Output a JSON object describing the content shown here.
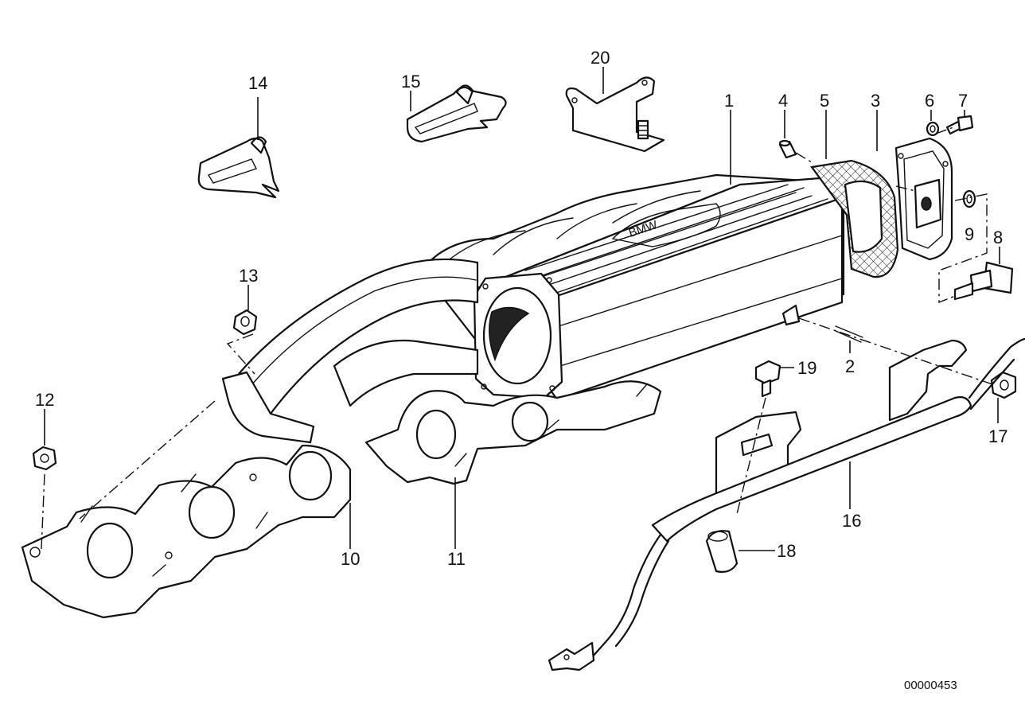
{
  "diagram": {
    "reference_number": "00000453",
    "logo_text": "BMW",
    "parts": [
      {
        "id": "p1",
        "label": "1",
        "name": "intake-plenum"
      },
      {
        "id": "p2",
        "label": "2",
        "name": "stud"
      },
      {
        "id": "p3",
        "label": "3",
        "name": "end-cover-plate"
      },
      {
        "id": "p4",
        "label": "4",
        "name": "sleeve"
      },
      {
        "id": "p5",
        "label": "5",
        "name": "gasket"
      },
      {
        "id": "p6",
        "label": "6",
        "name": "washer"
      },
      {
        "id": "p7",
        "label": "7",
        "name": "bolt"
      },
      {
        "id": "p8",
        "label": "8",
        "name": "sensor"
      },
      {
        "id": "p9",
        "label": "9",
        "name": "seal-ring"
      },
      {
        "id": "p10",
        "label": "10",
        "name": "manifold-gasket"
      },
      {
        "id": "p11",
        "label": "11",
        "name": "manifold-gasket-rear"
      },
      {
        "id": "p12",
        "label": "12",
        "name": "hex-nut"
      },
      {
        "id": "p13",
        "label": "13",
        "name": "nut"
      },
      {
        "id": "p14",
        "label": "14",
        "name": "bracket-clip"
      },
      {
        "id": "p15",
        "label": "15",
        "name": "bracket-clip"
      },
      {
        "id": "p16",
        "label": "16",
        "name": "wiring-harness-holder"
      },
      {
        "id": "p17",
        "label": "17",
        "name": "nut"
      },
      {
        "id": "p18",
        "label": "18",
        "name": "grommet"
      },
      {
        "id": "p19",
        "label": "19",
        "name": "screw"
      },
      {
        "id": "p20",
        "label": "20",
        "name": "support-bracket"
      }
    ]
  }
}
